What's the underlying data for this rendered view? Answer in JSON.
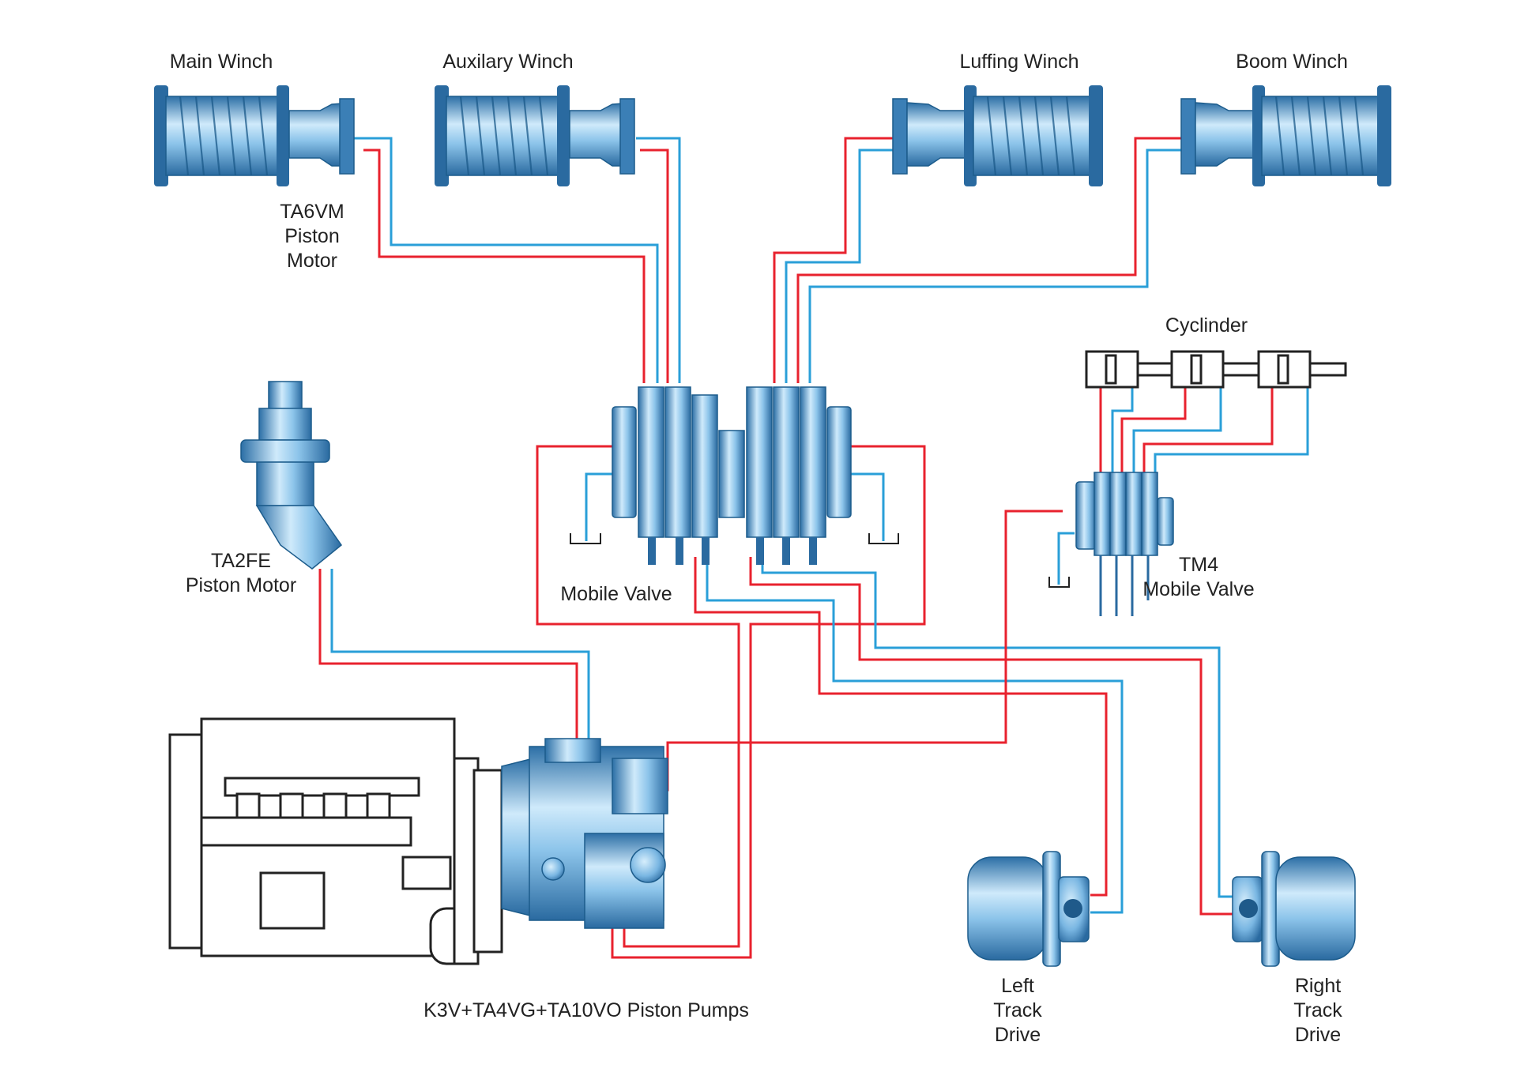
{
  "labels": {
    "main_winch": "Main Winch",
    "auxiliary_winch": "Auxilary Winch",
    "luffing_winch": "Luffing Winch",
    "boom_winch": "Boom Winch",
    "ta6vm": [
      "TA6VM",
      "Piston",
      "Motor"
    ],
    "ta2fe": [
      "TA2FE",
      "Piston Motor"
    ],
    "mobile_valve": "Mobile Valve",
    "cylinder": "Cyclinder",
    "tm4": [
      "TM4",
      "Mobile Valve"
    ],
    "pumps": "K3V+TA4VG+TA10VO Piston Pumps",
    "left_track": [
      "Left",
      "Track",
      "Drive"
    ],
    "right_track": [
      "Right",
      "Track",
      "Drive"
    ]
  },
  "colors": {
    "pressure_line": "#e8222e",
    "return_line": "#2a9fd8",
    "component_light": "#cfeafb",
    "component_dark": "#2c77b0",
    "outline": "#222222"
  }
}
